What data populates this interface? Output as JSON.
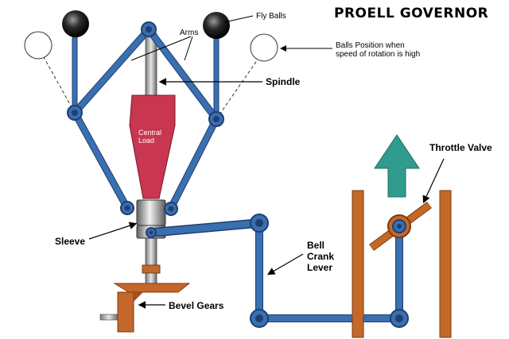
{
  "title": "PROELL GOVERNOR",
  "labels": {
    "fly_balls": "Fly Balls",
    "arms": "Arms",
    "balls_position_line1": "Balls Position when",
    "balls_position_line2": "speed of rotation is high",
    "spindle": "Spindle",
    "central_load_line1": "Central",
    "central_load_line2": "Load",
    "sleeve": "Sleeve",
    "bell_crank_line1": "Bell",
    "bell_crank_line2": "Crank",
    "bell_crank_line3": "Lever",
    "throttle_valve": "Throttle Valve",
    "bevel_gears": "Bevel Gears"
  },
  "colors": {
    "arm_blue": "#3a6fb0",
    "arm_outline": "#1e3f70",
    "central_load": "#c8364f",
    "throttle_orange": "#c4682a",
    "arrow_teal": "#2f9c8e",
    "fly_ball_dark": "#1e1e1e"
  }
}
